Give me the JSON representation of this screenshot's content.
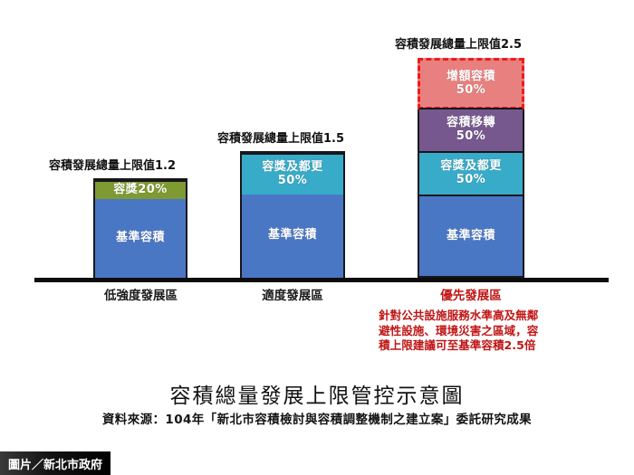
{
  "chart_data": {
    "type": "bar",
    "title": "容積總量發展上限管控示意圖",
    "source": "資料來源：104年「新北市容積檢討與容積調整機制之建立案」委託研究成果",
    "watermark": "圖片／新北市政府",
    "xlabel": "",
    "ylabel": "",
    "stacked": true,
    "grid": false,
    "legend": "none",
    "categories": [
      "低強度發展區",
      "適度發展區",
      "優先發展區"
    ],
    "cap_labels": [
      "容積發展總量上限值1.2",
      "容積發展總量上限值1.5",
      "容積發展總量上限值2.5"
    ],
    "cap_values": [
      1.2,
      1.5,
      2.5
    ],
    "series": [
      {
        "name": "基準容積",
        "color": "#4a77c4",
        "values": [
          1.0,
          1.0,
          1.0
        ],
        "labels": [
          "基準容積",
          "基準容積",
          "基準容積"
        ]
      },
      {
        "name": "容獎及都更",
        "color": "#38abc9",
        "values": [
          0.2,
          0.5,
          0.5
        ],
        "labels": [
          "容獎20%",
          "容獎及都更 50%",
          "容獎及都更 50%"
        ]
      },
      {
        "name": "容積移轉",
        "color": "#76588f",
        "values": [
          0,
          0,
          0.5
        ],
        "labels": [
          "",
          "",
          "容積移轉 50%"
        ]
      },
      {
        "name": "增額容積",
        "color": "#e8807f",
        "values": [
          0,
          0,
          0.5
        ],
        "labels": [
          "",
          "",
          "增額容積 50%"
        ]
      }
    ],
    "bars": [
      {
        "category": "低強度發展區",
        "cap_label": "容積發展總量上限值1.2",
        "segments": [
          {
            "name": "容獎20%",
            "line1": "容獎20%",
            "line2": "",
            "value": 0.2,
            "color": "#7f9a32",
            "highlight": false
          },
          {
            "name": "基準容積",
            "line1": "基準容積",
            "line2": "",
            "value": 1.0,
            "color": "#4a77c4",
            "highlight": false
          }
        ]
      },
      {
        "category": "適度發展區",
        "cap_label": "容積發展總量上限值1.5",
        "segments": [
          {
            "name": "容獎及都更50%",
            "line1": "容獎及都更",
            "line2": "50%",
            "value": 0.5,
            "color": "#38abc9",
            "highlight": false
          },
          {
            "name": "基準容積",
            "line1": "基準容積",
            "line2": "",
            "value": 1.0,
            "color": "#4a77c4",
            "highlight": false
          }
        ]
      },
      {
        "category": "優先發展區",
        "cap_label": "容積發展總量上限值2.5",
        "segments": [
          {
            "name": "增額容積50%",
            "line1": "增額容積",
            "line2": "50%",
            "value": 0.5,
            "color": "#e8807f",
            "highlight": true
          },
          {
            "name": "容積移轉50%",
            "line1": "容積移轉",
            "line2": "50%",
            "value": 0.5,
            "color": "#76588f",
            "highlight": false
          },
          {
            "name": "容獎及都更50%",
            "line1": "容獎及都更",
            "line2": "50%",
            "value": 0.5,
            "color": "#38abc9",
            "highlight": false
          },
          {
            "name": "基準容積",
            "line1": "基準容積",
            "line2": "",
            "value": 1.0,
            "color": "#4a77c4",
            "highlight": false
          }
        ]
      }
    ],
    "annotation": {
      "heading": "優先發展區",
      "lines": [
        "針對公共設施服務水準高及無鄰",
        "避性設施、環境災害之區域，容",
        "積上限建議可至基準容積2.5倍"
      ],
      "color": "#c01515"
    }
  }
}
